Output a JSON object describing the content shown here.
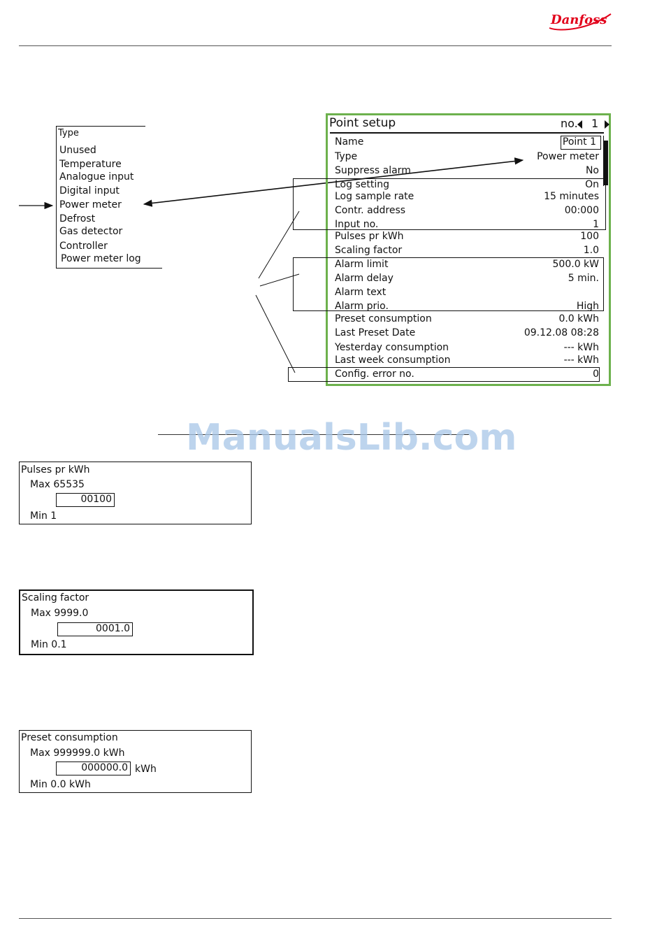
{
  "brand": {
    "logo_text": "Danfoss",
    "color": "#e2001a"
  },
  "watermark": "ManualsLib.com",
  "type_list": {
    "title": "Type",
    "options": [
      "Unused",
      "Temperature",
      "Analogue input",
      "Digital input",
      "Power meter",
      "Defrost",
      "Gas detector",
      "Controller",
      "Power meter log"
    ],
    "highlighted": "Power meter"
  },
  "point_setup": {
    "title": "Point setup",
    "no_label": "no.",
    "number": "1",
    "rows": [
      {
        "label": "Name",
        "value": "Point 1"
      },
      {
        "label": "Type",
        "value": "Power meter"
      },
      {
        "label": "Suppress alarm",
        "value": "No"
      },
      {
        "label": "Log setting",
        "value": "On"
      },
      {
        "label": "Log sample rate",
        "value": "15 minutes"
      },
      {
        "label": "Contr. address",
        "value": "00:000"
      },
      {
        "label": "Input no.",
        "value": "1"
      },
      {
        "label": "Pulses pr kWh",
        "value": "100"
      },
      {
        "label": "Scaling factor",
        "value": "1.0"
      },
      {
        "label": "Alarm limit",
        "value": "500.0 kW"
      },
      {
        "label": "Alarm delay",
        "value": "5 min."
      },
      {
        "label": "Alarm text",
        "value": ""
      },
      {
        "label": "Alarm prio.",
        "value": "High"
      },
      {
        "label": "Preset consumption",
        "value": "0.0 kWh"
      },
      {
        "label": "Last Preset Date",
        "value": "09.12.08 08:28"
      },
      {
        "label": "Yesterday consumption",
        "value": "--- kWh"
      },
      {
        "label": "Last week consumption",
        "value": "--- kWh"
      },
      {
        "label": "Config. error no.",
        "value": "0"
      }
    ],
    "accent_color": "#6db14d"
  },
  "editors": {
    "pulses": {
      "title": "Pulses pr kWh",
      "max": "Max 65535",
      "value": "00100",
      "min": "Min 1"
    },
    "scaling": {
      "title": "Scaling factor",
      "max": "Max 9999.0",
      "value": "0001.0",
      "min": "Min 0.1"
    },
    "preset": {
      "title": "Preset consumption",
      "max": "Max 999999.0 kWh",
      "value": "000000.0",
      "unit": "kWh",
      "min": "Min 0.0 kWh"
    }
  }
}
